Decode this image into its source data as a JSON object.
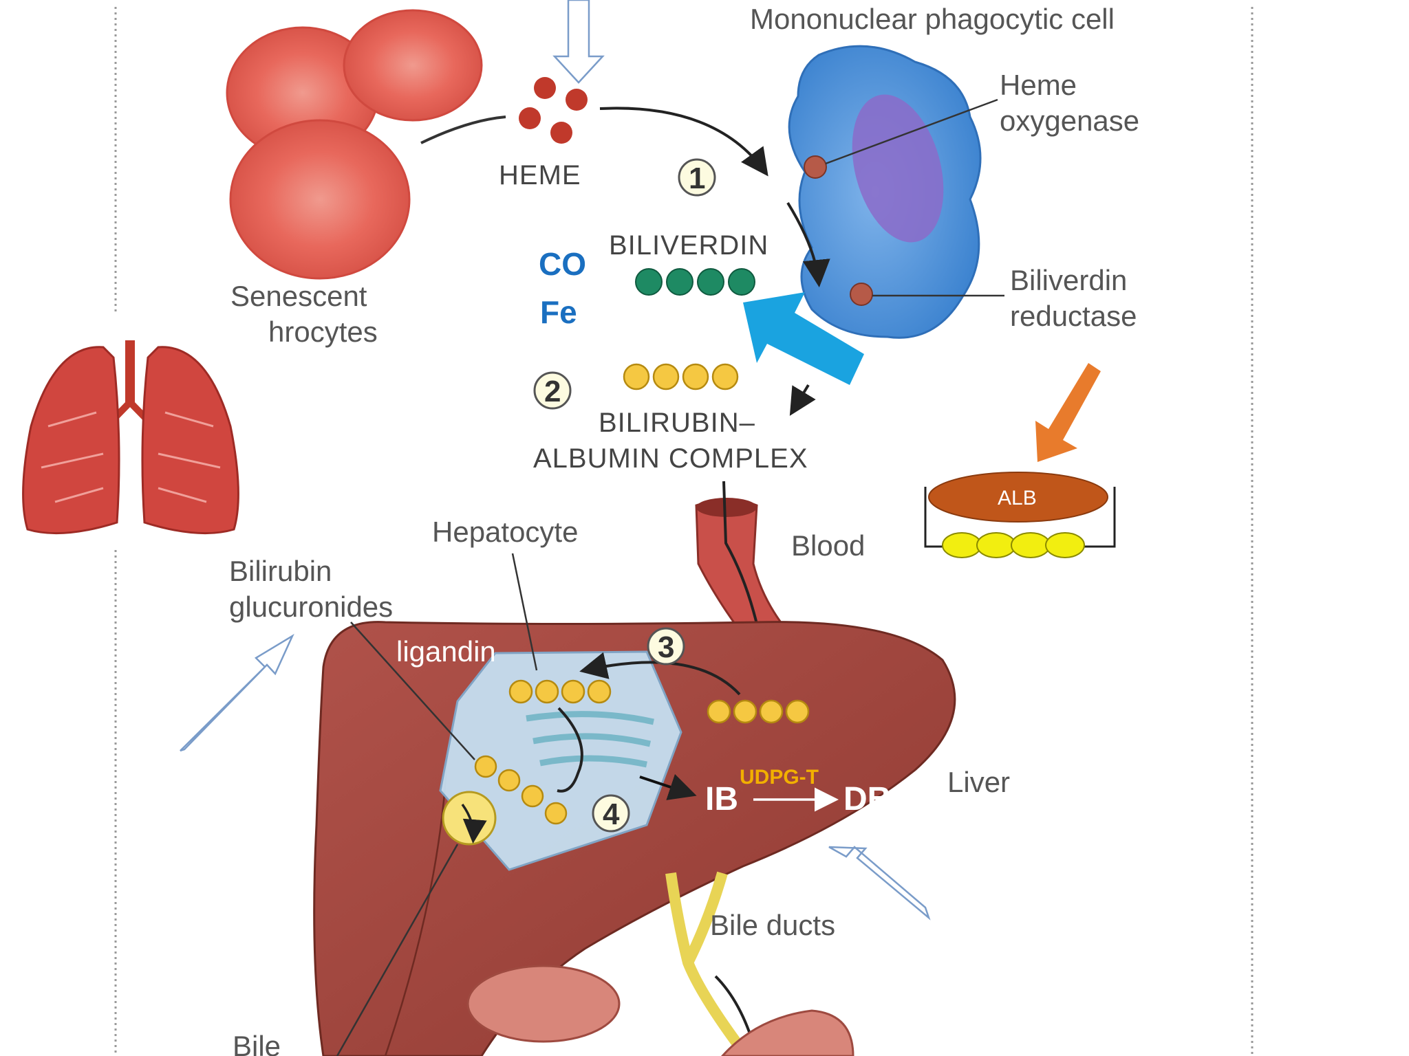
{
  "labels": {
    "mononuclear_cell": "Mononuclear phagocytic cell",
    "heme_oxygenase_1": "Heme",
    "heme_oxygenase_2": "oxygenase",
    "biliverdin_reductase_1": "Biliverdin",
    "biliverdin_reductase_2": "reductase",
    "heme": "HEME",
    "biliverdin": "BILIVERDIN",
    "bilirubin_1": "BILIRUBIN–",
    "bilirubin_2": "ALBUMIN COMPLEX",
    "senescent_1": "Senescent",
    "senescent_2": "hrocytes",
    "co": "CO",
    "fe": "Fe",
    "hepatocyte": "Hepatocyte",
    "blood": "Blood",
    "bilirubin_glucuronides_1": "Bilirubin",
    "bilirubin_glucuronides_2": "glucuronides",
    "ligandin": "ligandin",
    "liver": "Liver",
    "ib": "IB",
    "db": "DB",
    "udpg_t": "UDPG-T",
    "bile_ducts": "Bile ducts",
    "bile_partial": "Bile",
    "alb": "ALB"
  },
  "steps": [
    "1",
    "2",
    "3",
    "4"
  ],
  "colors": {
    "rbc": "#e8685c",
    "cell_blue": "#4a90d9",
    "biliverdin_green": "#1e8a63",
    "bilirubin_yellow": "#f5c842",
    "liver": "#a0463c",
    "alb_fill": "#c0561a",
    "blue_arrow": "#1aa3e0",
    "orange_arrow": "#e87b2c"
  }
}
